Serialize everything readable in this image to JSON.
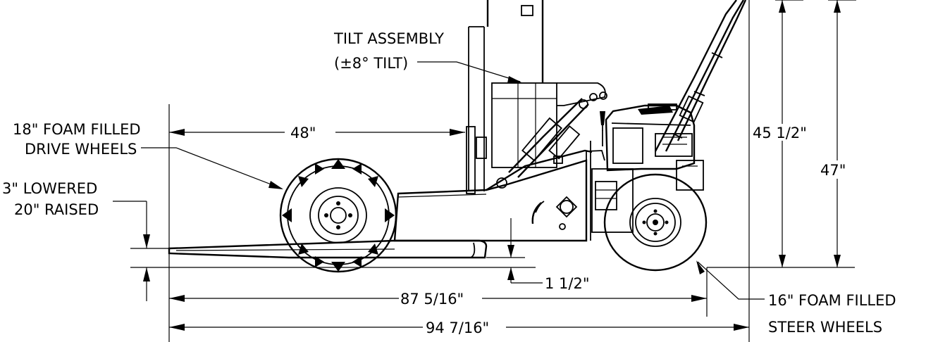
{
  "labels": {
    "tilt_assembly": "TILT ASSEMBLY",
    "tilt_range": "(±8° TILT)",
    "drive_wheels_line1": "18\" FOAM FILLED",
    "drive_wheels_line2": "DRIVE WHEELS",
    "fork_height_line1": "3\" LOWERED",
    "fork_height_line2": "20\" RAISED",
    "steer_wheels_line1": "16\" FOAM FILLED",
    "steer_wheels_line2": "STEER WHEELS"
  },
  "dimensions": {
    "fork_length": "48\"",
    "overall_height_mast": "45 1/2\"",
    "overall_height_handle": "47\"",
    "ground_clearance": "1 1/2\"",
    "wheelbase_length": "87 5/16\"",
    "overall_length": "94 7/16\""
  }
}
